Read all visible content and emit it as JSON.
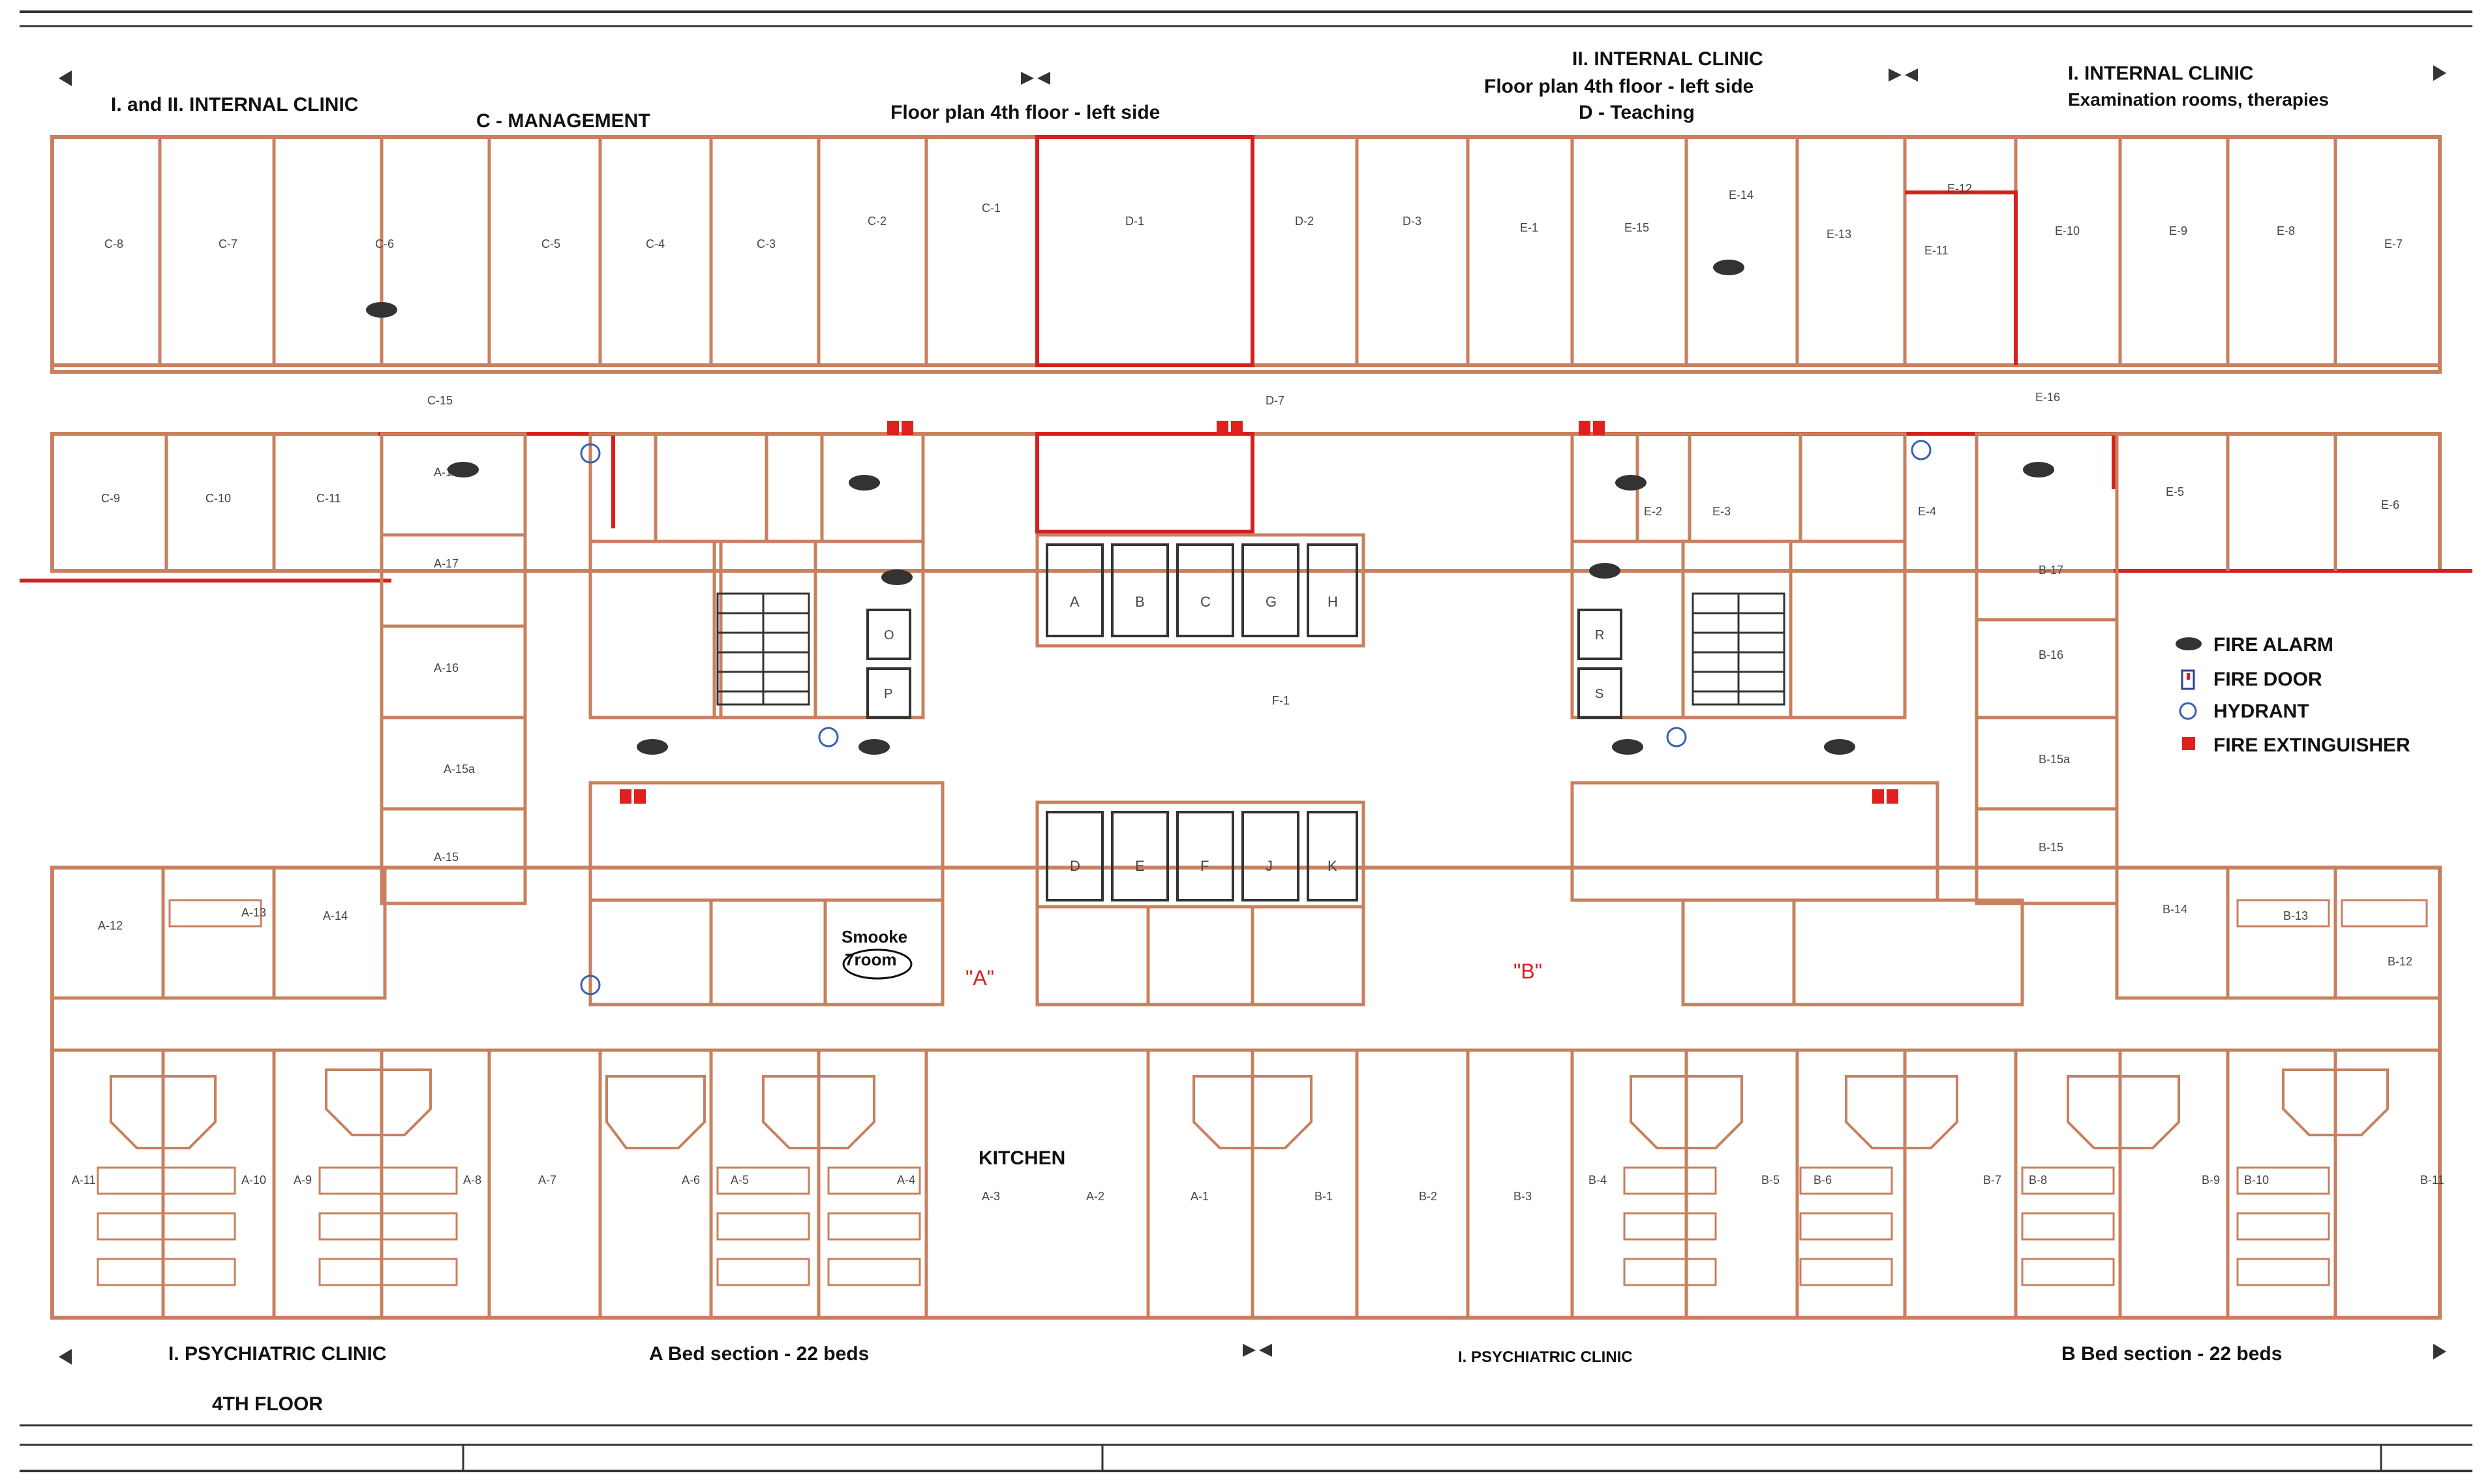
{
  "header": {
    "top_left": "I. and II. INTERNAL CLINIC",
    "management": "C - MANAGEMENT",
    "plan_title": "Floor plan 4th floor - left side",
    "center_right_1": "II. INTERNAL CLINIC",
    "center_right_2": "Floor plan 4th floor - left side",
    "center_right_3": "D - Teaching",
    "top_right_1": "I. INTERNAL CLINIC",
    "top_right_2": "Examination rooms, therapies"
  },
  "footer": {
    "psych_left": "I. PSYCHIATRIC CLINIC",
    "floor": "4TH FLOOR",
    "a_section": "A Bed section - 22 beds",
    "psych_center": "I. PSYCHIATRIC CLINIC",
    "b_section": "B Bed section - 22 beds"
  },
  "annotations": {
    "kitchen": "KITCHEN",
    "smoke_room_1": "Smooke",
    "smoke_room_2": "7room",
    "wing_a": "\"A\"",
    "wing_b": "\"B\""
  },
  "legend": {
    "items": [
      {
        "label": "FIRE ALARM",
        "icon": "fire-alarm-icon"
      },
      {
        "label": "FIRE DOOR",
        "icon": "fire-door-icon"
      },
      {
        "label": "HYDRANT",
        "icon": "hydrant-icon"
      },
      {
        "label": "FIRE EXTINGUISHER",
        "icon": "fire-extinguisher-icon"
      }
    ]
  },
  "elevators": {
    "top_row": [
      "A",
      "B",
      "C",
      "G",
      "H"
    ],
    "bottom_row": [
      "D",
      "E",
      "F",
      "J",
      "K"
    ],
    "left_core": [
      "O",
      "P"
    ],
    "right_core": [
      "R",
      "S"
    ]
  },
  "rooms": {
    "top_row": [
      "C-8",
      "C-7",
      "C-6",
      "C-5",
      "C-4",
      "C-3",
      "C-2",
      "C-1",
      "D-1",
      "D-2",
      "D-3",
      "E-1",
      "E-15",
      "E-14",
      "E-13",
      "E-12",
      "E-11",
      "E-10",
      "E-9",
      "E-8",
      "E-7"
    ],
    "middle_left": [
      "C-9",
      "C-10",
      "C-11",
      "A-18",
      "A-17",
      "A-16",
      "A-15",
      "A-15a"
    ],
    "middle_right": [
      "E-2",
      "E-3",
      "E-4",
      "E-5",
      "E-6",
      "B-17",
      "B-16",
      "B-15",
      "B-15a"
    ],
    "bottom_left": [
      "A-12",
      "A-13",
      "A-14",
      "A-11",
      "A-10",
      "A-9",
      "A-8",
      "A-7",
      "A-6",
      "A-5",
      "A-4",
      "A-3",
      "A-2",
      "A-1"
    ],
    "bottom_right": [
      "B-1",
      "B-2",
      "B-3",
      "B-4",
      "B-5",
      "B-6",
      "B-7",
      "B-8",
      "B-9",
      "B-10",
      "B-11",
      "B-12",
      "B-13",
      "B-14"
    ],
    "corridor_labels": [
      "C-15",
      "D-7",
      "E-16",
      "F-1"
    ]
  },
  "colors": {
    "wall": "#c8805e",
    "fire_line": "#d42020",
    "ink": "#111111",
    "extinguisher": "#e02020",
    "hydrant": "#3a5fb0"
  }
}
